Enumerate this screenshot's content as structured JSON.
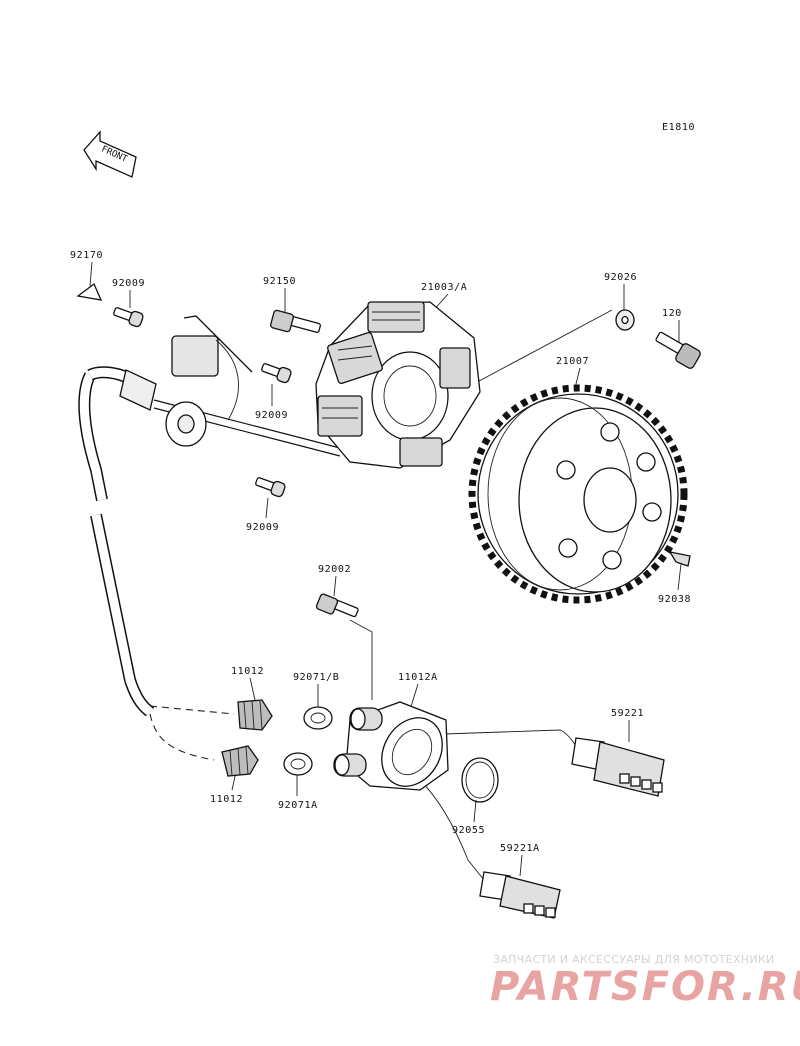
{
  "diagram": {
    "code": "E1810",
    "front_label": "FRONT",
    "part_labels": {
      "p92170": "92170",
      "p92009a": "92009",
      "p92150": "92150",
      "p21003": "21003/A",
      "p92026": "92026",
      "p120": "120",
      "p21007": "21007",
      "p92009b": "92009",
      "p92009c": "92009",
      "p92002": "92002",
      "p92038": "92038",
      "p11012a": "11012",
      "p92071b": "92071/B",
      "p11012A": "11012A",
      "p59221": "59221",
      "p11012b": "11012",
      "p92071A": "92071A",
      "p92055": "92055",
      "p59221A": "59221A"
    }
  },
  "watermark": {
    "tagline": "ЗАПЧАСТИ И АКСЕССУАРЫ ДЛЯ МОТОТЕХНИКИ",
    "logo_text": "PARTSFOR.RU",
    "colors": {
      "red": "#e8a3a3",
      "gray": "#d8d4d4"
    }
  }
}
